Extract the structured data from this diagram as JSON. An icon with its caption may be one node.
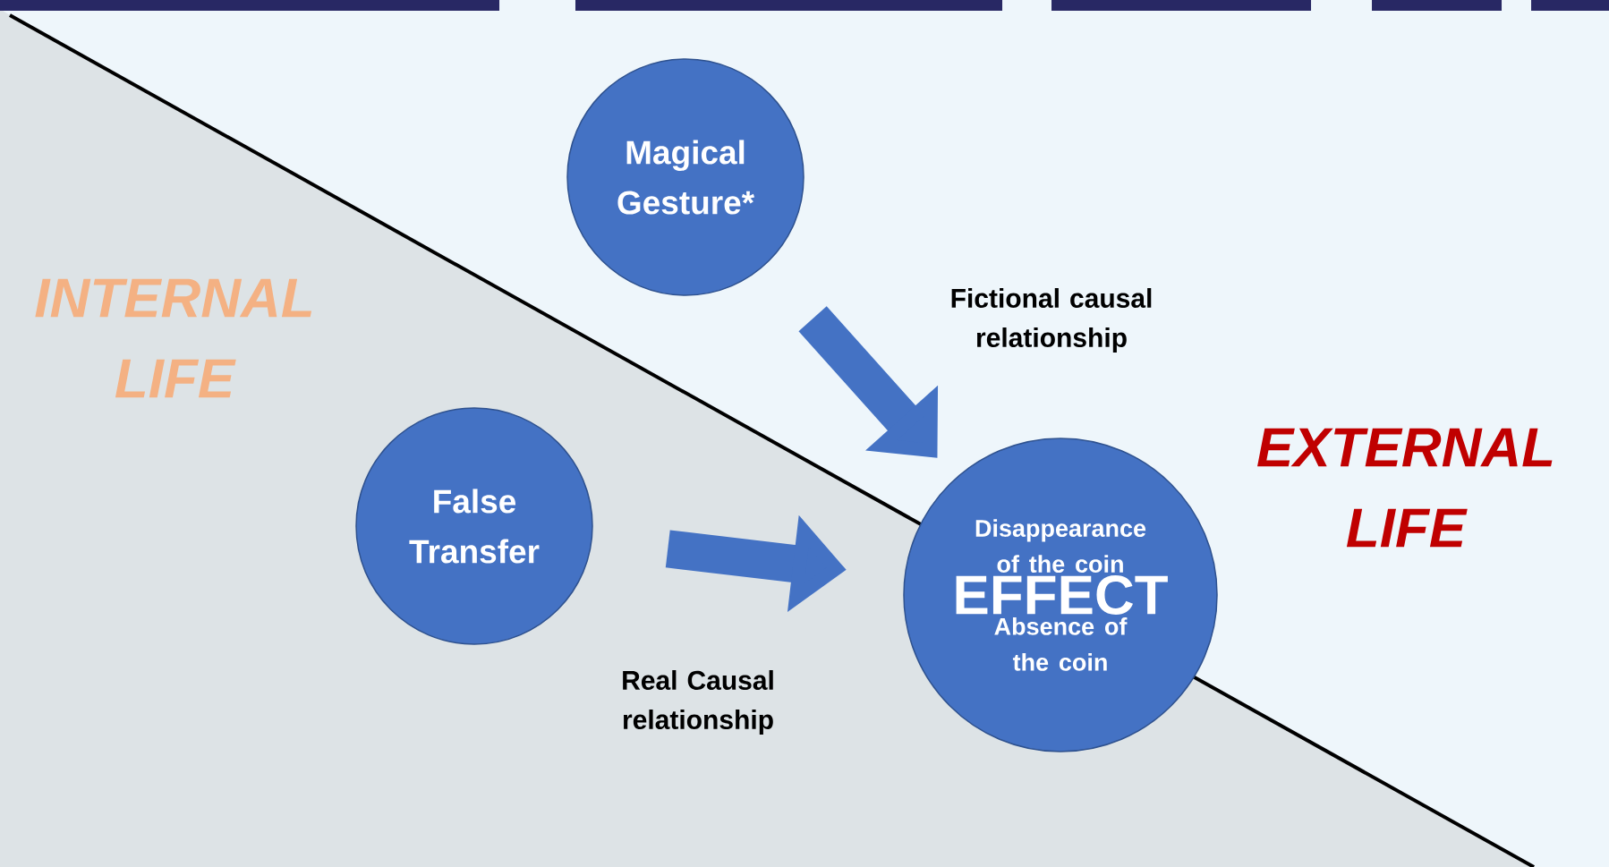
{
  "diagram": {
    "nodes": [
      {
        "text": [
          "Magical Gesture*"
        ]
      },
      {
        "text": [
          "False Transfer"
        ]
      },
      {
        "text": [
          "Disappearance of the coin",
          "EFFECT",
          "Absence of the coin"
        ]
      }
    ],
    "edges": [
      {
        "from": 0,
        "to": 2,
        "arrow": "to",
        "label": "Fictional causal relationship"
      },
      {
        "from": 1,
        "to": 2,
        "arrow": "to",
        "label": "Real Causal relationship"
      }
    ],
    "labels": [
      "INTERNAL LIFE",
      "EXTERNAL LIFE"
    ]
  }
}
